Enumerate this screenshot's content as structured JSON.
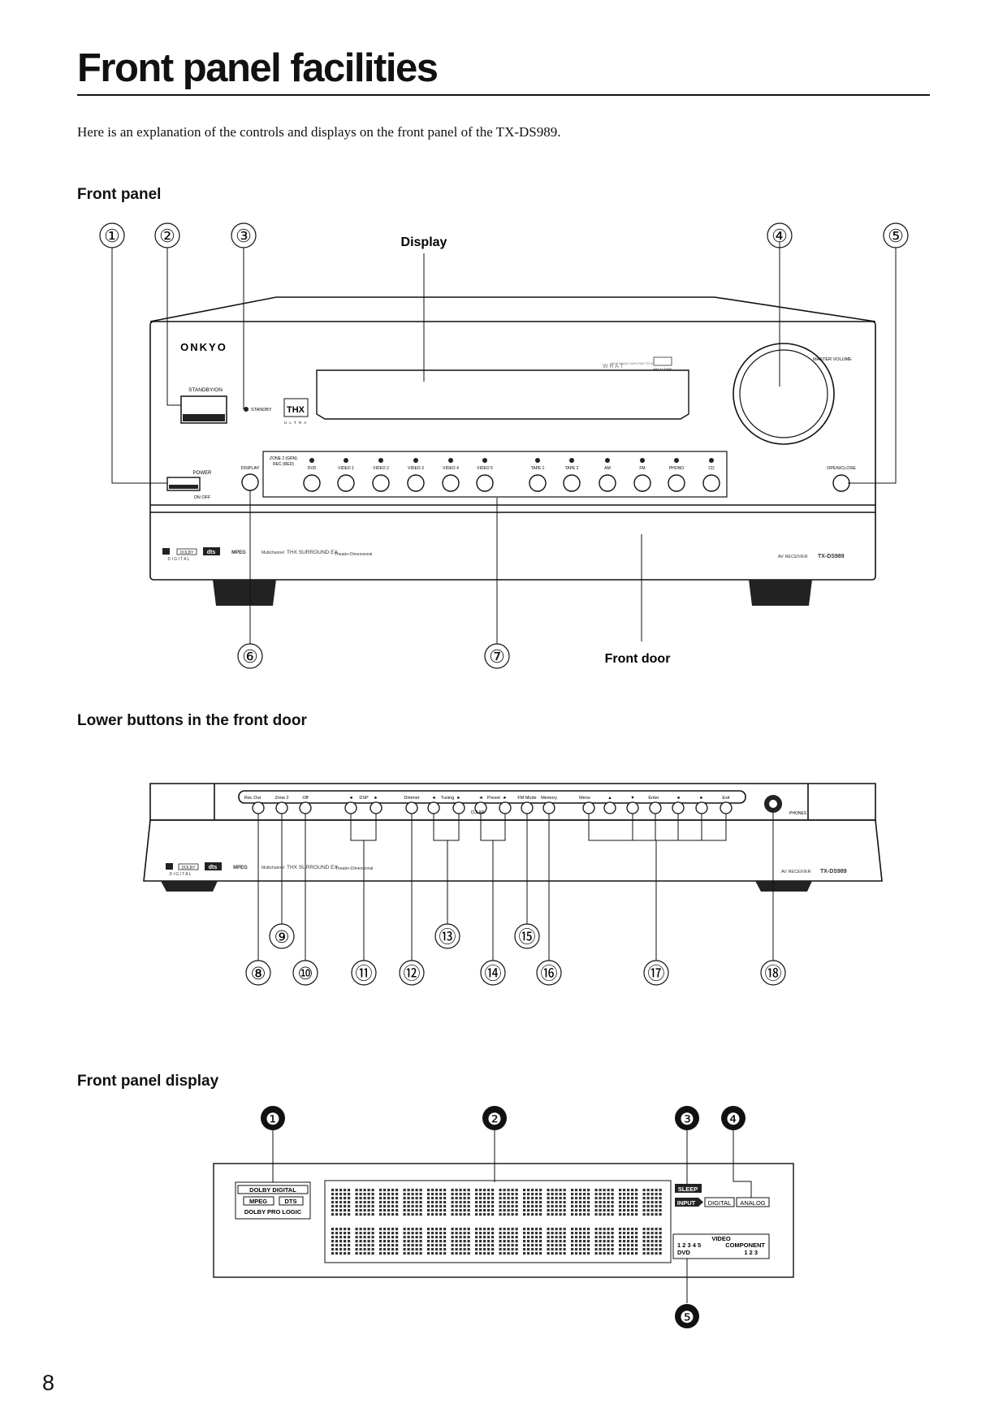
{
  "page": {
    "title": "Front panel facilities",
    "intro": "Here is an explanation of the controls and displays on the front panel of the TX-DS989.",
    "page_number": "8"
  },
  "sections": {
    "front_panel": "Front panel",
    "lower_buttons": "Lower buttons in the front door",
    "display": "Front panel display"
  },
  "front_panel": {
    "labels": {
      "display": "Display",
      "front_door": "Front door"
    },
    "callouts": [
      "①",
      "②",
      "③",
      "④",
      "⑤",
      "⑥",
      "⑦"
    ],
    "brand": "ONKYO",
    "standby_on": "STANDBY/ON",
    "standby": "STANDBY",
    "thx": "THX",
    "thx_sub": "U L T R A",
    "master_volume": "MASTER VOLUME",
    "power": "POWER",
    "on_off": "ON  OFF",
    "display_button": "DISPLAY",
    "zone2": "ZONE 2 (GRN)",
    "rec": "REC (RED)",
    "inputs": [
      "DVD",
      "VIDEO 1",
      "VIDEO 2",
      "VIDEO 3",
      "VIDEO 4",
      "VIDEO 5",
      "TAPE 1",
      "TAPE 2",
      "AM",
      "FM",
      "PHONO",
      "CD"
    ],
    "open_close": "OPEN/CLOSE",
    "wrat": "W R A T",
    "wrat_sub": "WIDE RANGE AMPLIFIER TECHNOLOGY",
    "multizone": "MULTI ZONE",
    "logo_dolby": "DOLBY",
    "logo_digital": "D I G I T A L",
    "logo_dts": "dts",
    "logo_mpeg": "MPEG",
    "logo_multichannel": "Multichannel",
    "logo_thx": "THX SURROUND EX",
    "logo_theater": "Theater-Dimensional",
    "model_prefix": "AV RECEIVER",
    "model": "TX-DS989"
  },
  "lower_panel": {
    "buttons": [
      "Rec Out",
      "Zone 2",
      "Off",
      "◄",
      "DSP",
      "►",
      "Dimmer",
      "◄",
      "Tuning",
      "►",
      "◄",
      "Preset",
      "►",
      "FM Mode",
      "Memory",
      "Menu",
      "▲",
      "▼",
      "Enter",
      "◄",
      "►",
      "Exit"
    ],
    "clear": "CLEAR",
    "phones": "PHONES",
    "callouts": [
      "⑧",
      "⑨",
      "⑩",
      "⑪",
      "⑫",
      "⑬",
      "⑭",
      "⑮",
      "⑯",
      "⑰",
      "⑱"
    ]
  },
  "display_panel": {
    "callouts": [
      "❶",
      "❷",
      "❸",
      "❹",
      "❺"
    ],
    "dolby_digital": "DOLBY DIGITAL",
    "mpeg": "MPEG",
    "dts": "DTS",
    "dolby_pro_logic": "DOLBY PRO LOGIC",
    "sleep": "SLEEP",
    "input": "INPUT",
    "digital": "DIGITAL",
    "analog": "ANALOG",
    "video": "VIDEO",
    "video_numbers": "1 2 3 4 5",
    "component": "COMPONENT",
    "component_numbers": "1 2 3",
    "dvd": "DVD"
  }
}
